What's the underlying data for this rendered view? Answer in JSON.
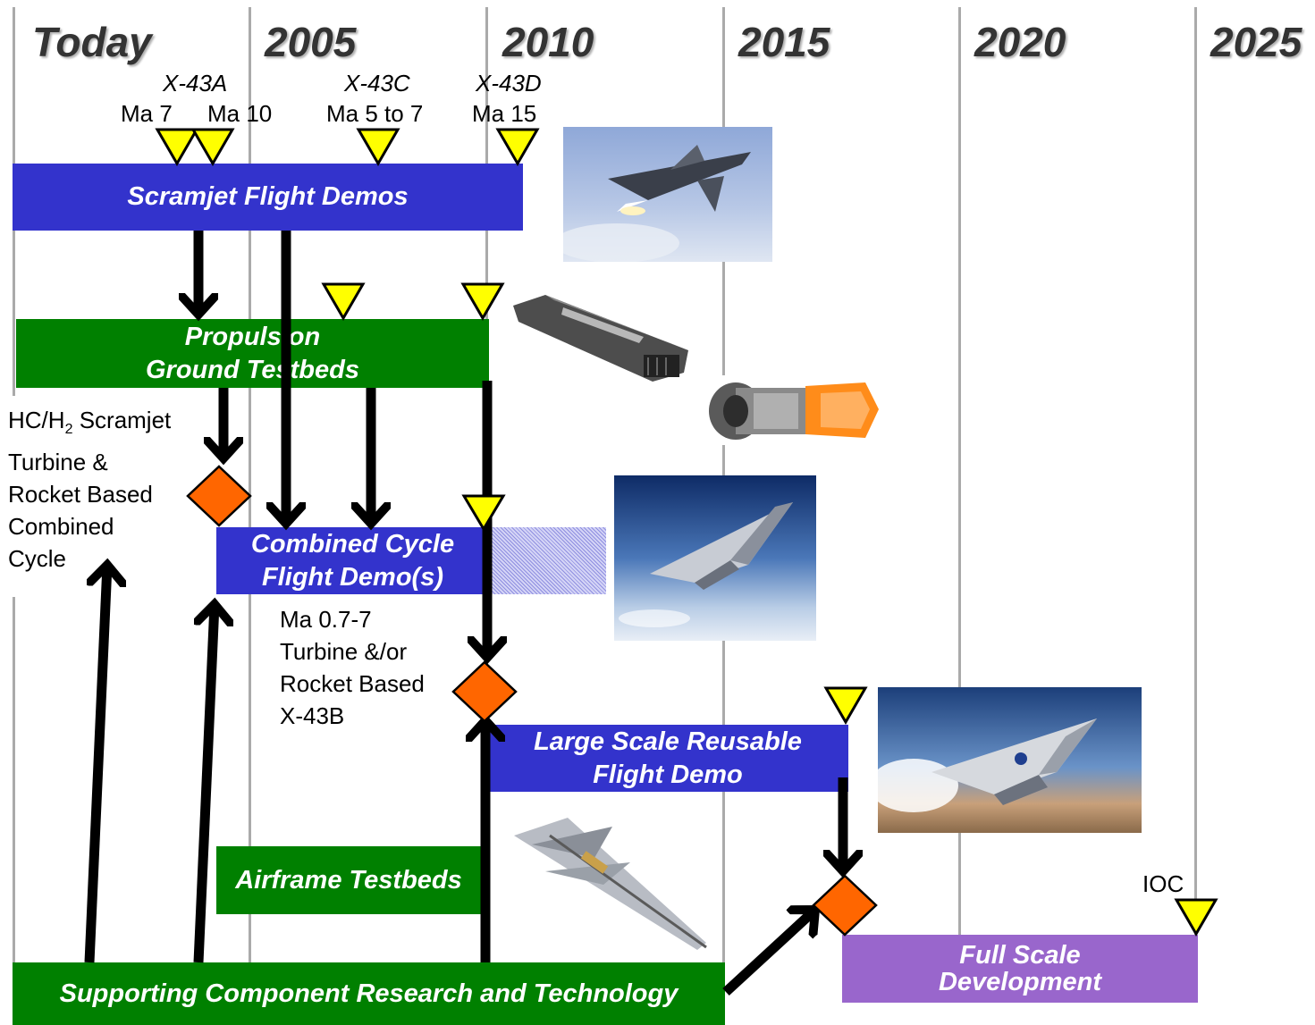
{
  "timeline": {
    "years": [
      "Today",
      "2005",
      "2010",
      "2015",
      "2020",
      "2025"
    ]
  },
  "milestones": {
    "x43a": "X-43A",
    "ma7": "Ma 7",
    "ma10": "Ma 10",
    "x43c": "X-43C",
    "ma5to7": "Ma 5 to 7",
    "x43d": "X-43D",
    "ma15": "Ma 15",
    "ioc": "IOC"
  },
  "bars": {
    "scramjet": "Scramjet Flight Demos",
    "propulsion": [
      "Propulsion",
      "Ground Testbeds"
    ],
    "combined": [
      "Combined Cycle",
      "Flight Demo(s)"
    ],
    "large_scale": [
      "Large Scale Reusable",
      "Flight Demo"
    ],
    "airframe": "Airframe Testbeds",
    "supporting": "Supporting Component Research and Technology",
    "full_scale": [
      "Full Scale",
      "Development"
    ]
  },
  "notes": {
    "engine_types": {
      "line1_prefix": "HC/H",
      "line1_sub": "2",
      "line1_suffix": " Scramjet",
      "line2": "Turbine &",
      "line3": "Rocket Based",
      "line4": "Combined",
      "line5": "Cycle"
    },
    "x43b": [
      "Ma 0.7-7",
      "Turbine &/or",
      "Rocket Based",
      "X-43B"
    ]
  },
  "colors": {
    "scramjet_bar": "#3333cc",
    "propulsion_bar": "#008000",
    "combined_bar": "#3333cc",
    "large_scale_bar": "#3333cc",
    "airframe_bar": "#008000",
    "supporting_bar": "#008000",
    "full_scale_bar": "#9966cc",
    "milestone_triangle": "#ffff00",
    "decision_diamond": "#ff6600"
  },
  "icons": {
    "milestone": "yellow-inverted-triangle",
    "decision": "orange-diamond",
    "flow": "black-arrow"
  },
  "images": [
    "x-43a-flight-photo",
    "scramjet-engine-render",
    "turbine-engine-cutaway",
    "hypersonic-vehicle-render",
    "reusable-spaceplane-render",
    "airframe-testbed-render"
  ]
}
